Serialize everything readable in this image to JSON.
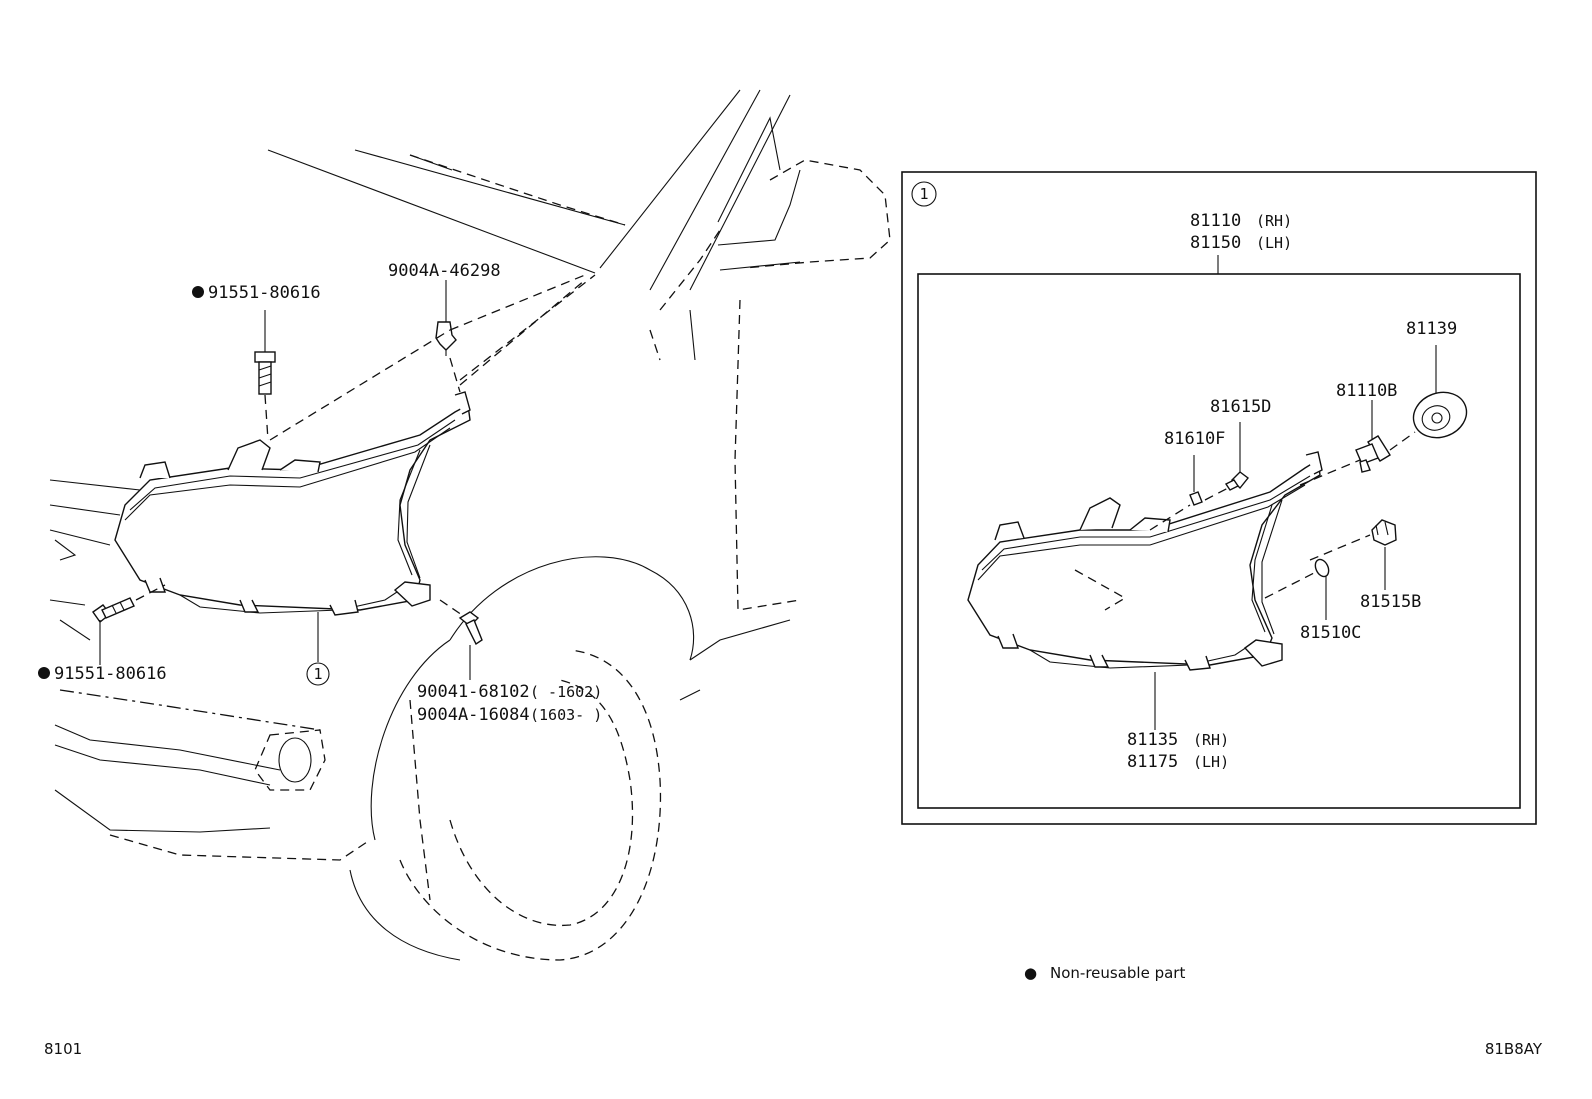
{
  "labels": {
    "bolt_upper": "91551-80616",
    "bolt_lower": "91551-80616",
    "clip_top": "9004A-46298",
    "screw_a_part": "90041-68102",
    "screw_a_range": "(      -1602)",
    "screw_b_part": "9004A-16084",
    "screw_b_range": "(1603-      )",
    "callout_left": "1",
    "callout_box": "1",
    "unit_rh": "81110",
    "unit_rh_side": "(RH)",
    "unit_lh": "81150",
    "unit_lh_side": "(LH)",
    "p81139": "81139",
    "p81110b": "81110B",
    "p81615d": "81615D",
    "p81610f": "81610F",
    "p81515b": "81515B",
    "p81510c": "81510C",
    "housing_rh": "81135",
    "housing_rh_side": "(RH)",
    "housing_lh": "81175",
    "housing_lh_side": "(LH)"
  },
  "legend": {
    "symbol": "●",
    "text": "Non-reusable part"
  },
  "footer": {
    "left_code": "8101",
    "right_code": "81B8AY"
  }
}
